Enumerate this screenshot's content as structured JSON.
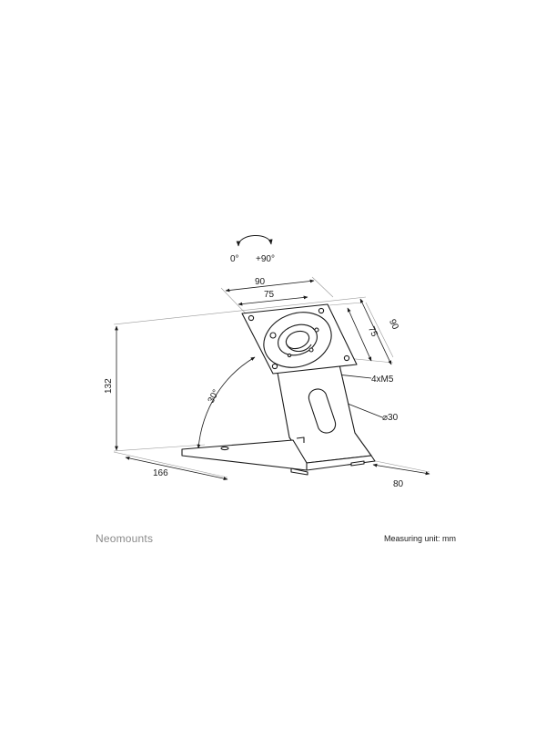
{
  "rotation": {
    "start": "0°",
    "end": "+90°"
  },
  "plate": {
    "outer_width": "90",
    "inner_width": "75",
    "outer_depth": "90",
    "inner_depth": "75",
    "screws": "4xM5",
    "cable_hole": "⌀30"
  },
  "stand": {
    "height": "132",
    "tilt_angle": "30°",
    "base_length": "166",
    "base_width": "80"
  },
  "brand": "Neomounts",
  "measuring_unit": "Measuring unit: mm",
  "colors": {
    "line": "#1a1a1a",
    "extension_line": "#9a9a9a",
    "brand": "#8a8a8a"
  }
}
